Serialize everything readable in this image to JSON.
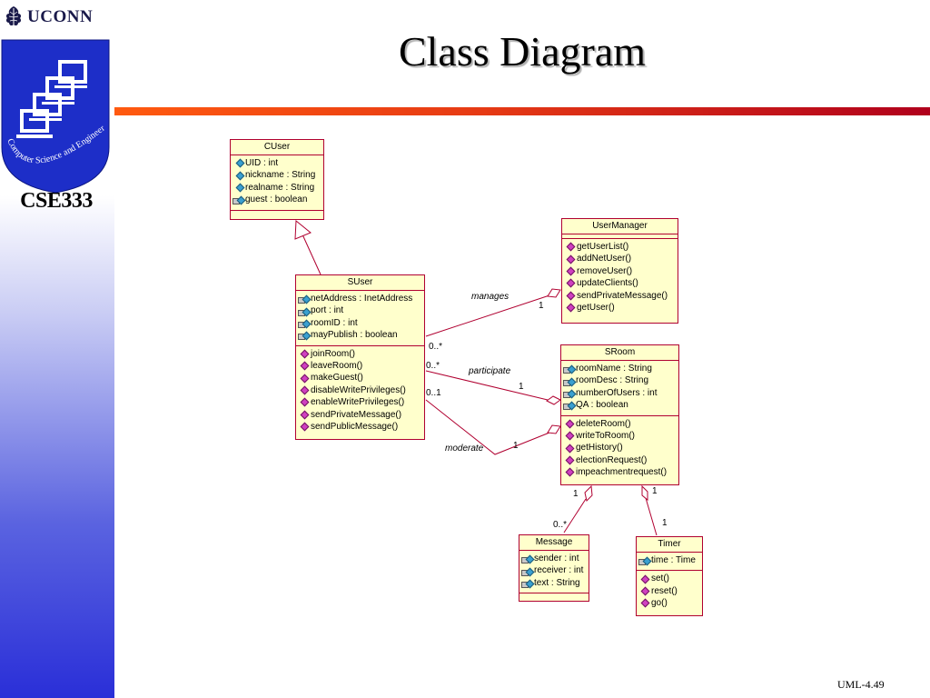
{
  "header": {
    "university": "UCONN",
    "course": "CSE333",
    "emblem_text": "Computer Science and Engineering",
    "title": "Class Diagram"
  },
  "footer": {
    "slide_id": "UML-4.49"
  },
  "colors": {
    "class_fill": "#ffffcc",
    "class_border": "#b00030",
    "rule_start": "#ff5a10",
    "rule_end": "#b0001c",
    "emblem_blue": "#1d2ec8"
  },
  "classes": {
    "cuser": {
      "name": "CUser",
      "attributes": [
        {
          "text": "UID : int",
          "icon": "attribute-icon"
        },
        {
          "text": "nickname : String",
          "icon": "attribute-icon"
        },
        {
          "text": "realname : String",
          "icon": "attribute-icon"
        },
        {
          "text": "guest : boolean",
          "icon": "protected-attribute-icon"
        }
      ],
      "operations": []
    },
    "usermanager": {
      "name": "UserManager",
      "attributes": [],
      "operations": [
        "getUserList()",
        "addNetUser()",
        "removeUser()",
        "updateClients()",
        "sendPrivateMessage()",
        "getUser()"
      ]
    },
    "suser": {
      "name": "SUser",
      "attributes": [
        {
          "text": "netAddress : InetAddress",
          "icon": "protected-attribute-icon"
        },
        {
          "text": "port : int",
          "icon": "protected-attribute-icon"
        },
        {
          "text": "roomID : int",
          "icon": "protected-attribute-icon"
        },
        {
          "text": "mayPublish : boolean",
          "icon": "protected-attribute-icon"
        }
      ],
      "operations": [
        "joinRoom()",
        "leaveRoom()",
        "makeGuest()",
        "disableWritePrivileges()",
        "enableWritePrivileges()",
        "sendPrivateMessage()",
        "sendPublicMessage()"
      ]
    },
    "sroom": {
      "name": "SRoom",
      "attributes": [
        {
          "text": "roomName : String",
          "icon": "protected-attribute-icon"
        },
        {
          "text": "roomDesc : String",
          "icon": "protected-attribute-icon"
        },
        {
          "text": "numberOfUsers : int",
          "icon": "protected-attribute-icon"
        },
        {
          "text": "QA : boolean",
          "icon": "protected-attribute-icon"
        }
      ],
      "operations": [
        "deleteRoom()",
        "writeToRoom()",
        "getHistory()",
        "electionRequest()",
        "impeachmentrequest()"
      ]
    },
    "message": {
      "name": "Message",
      "attributes": [
        {
          "text": "sender : int",
          "icon": "protected-attribute-icon"
        },
        {
          "text": "receiver : int",
          "icon": "protected-attribute-icon"
        },
        {
          "text": "text : String",
          "icon": "protected-attribute-icon"
        }
      ],
      "operations": []
    },
    "timer": {
      "name": "Timer",
      "attributes": [
        {
          "text": "time : Time",
          "icon": "protected-attribute-icon"
        }
      ],
      "operations": [
        "set()",
        "reset()",
        "go()"
      ]
    }
  },
  "associations": {
    "manages": {
      "label": "manages",
      "suser_mult": "0..*",
      "other_mult": "1"
    },
    "participate": {
      "label": "participate",
      "suser_mult": "0..*",
      "other_mult": "1"
    },
    "moderate": {
      "label": "moderate",
      "suser_mult": "0..1",
      "other_mult": "1"
    },
    "sroom_message": {
      "sroom_mult": "1",
      "message_mult": "0..*"
    },
    "sroom_timer": {
      "sroom_mult": "1",
      "timer_mult": "1"
    }
  }
}
